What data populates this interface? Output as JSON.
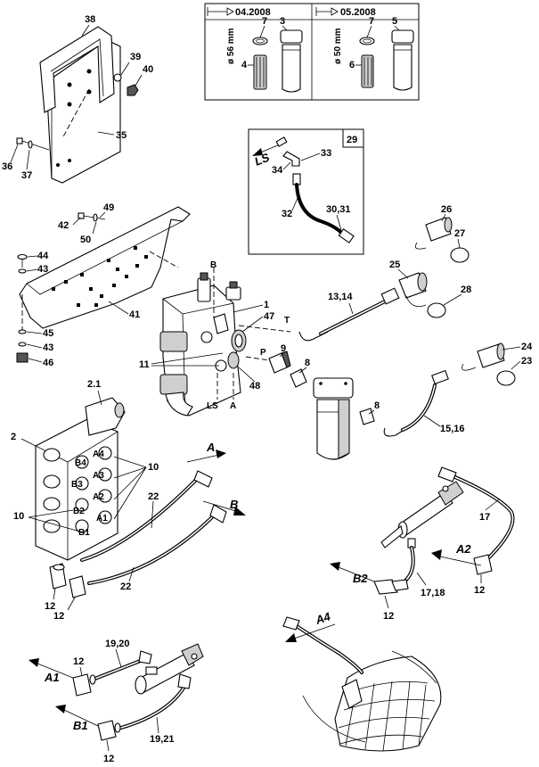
{
  "inset_filters": {
    "left": {
      "date": "04.2008",
      "diameter": "ø 56 mm",
      "labels": [
        "7",
        "3",
        "4"
      ]
    },
    "right": {
      "date": "05.2008",
      "diameter": "ø 50 mm",
      "labels": [
        "7",
        "5",
        "6"
      ]
    }
  },
  "inset_29": {
    "box_number": "29",
    "direction": "LS",
    "labels": [
      "33",
      "34",
      "32",
      "30,31"
    ]
  },
  "ports": [
    "B",
    "T",
    "P",
    "LS",
    "A",
    "A4",
    "A3",
    "A2",
    "A1",
    "B4",
    "B3",
    "B2",
    "B1"
  ],
  "directions": [
    "A",
    "B",
    "A2",
    "B2",
    "A4",
    "A1",
    "B1"
  ],
  "part_labels": {
    "bracket": [
      "38",
      "39",
      "40",
      "35",
      "36",
      "37"
    ],
    "plate": [
      "42",
      "49",
      "50",
      "44",
      "43",
      "41",
      "45",
      "43",
      "46"
    ],
    "valve": [
      "1",
      "47",
      "11",
      "48",
      "9",
      "8",
      "8"
    ],
    "couplers": [
      "26",
      "27",
      "25",
      "28",
      "13,14",
      "24",
      "23",
      "15,16"
    ],
    "section_valve": [
      "2.1",
      "2",
      "10",
      "10",
      "22",
      "22",
      "12",
      "12"
    ],
    "cylinder_right": [
      "17",
      "12",
      "17,18",
      "12"
    ],
    "cylinder_left": [
      "19,20",
      "12",
      "19,21",
      "12"
    ]
  }
}
